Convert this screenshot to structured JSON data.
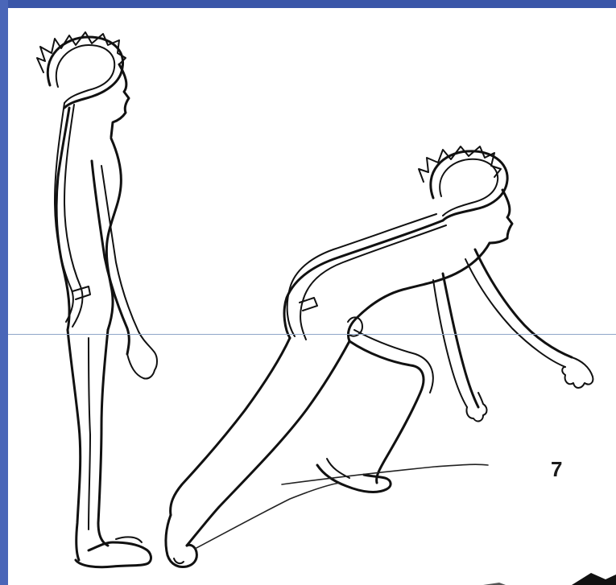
{
  "colors": {
    "frame_blue": "#4a66b8",
    "frame_blue_dark": "#3a56a8",
    "guide_line": "#8fa6c8",
    "ink": "#111111",
    "background": "#ffffff"
  },
  "illustration": {
    "figures": [
      "standing-figure",
      "crouching-figure"
    ],
    "figure_number": "7"
  }
}
